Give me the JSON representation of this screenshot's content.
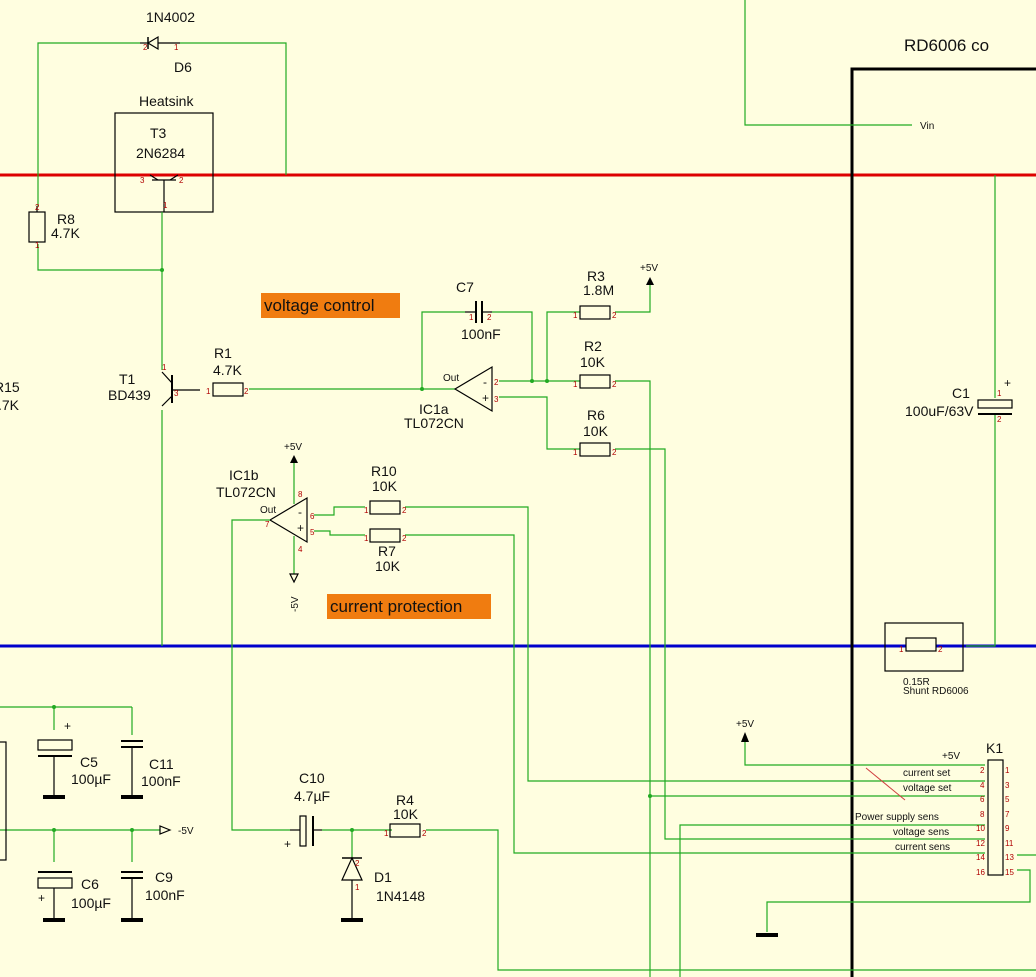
{
  "title": "RD6006 co",
  "highlights": {
    "voltage_control": "voltage control",
    "current_protection": "current protection",
    "color": "#f07c10"
  },
  "rails": {
    "top_color": "#dd0000",
    "bottom_color": "#0000cc"
  },
  "components": {
    "d6": {
      "part": "1N4002",
      "ref": "D6"
    },
    "heatsink": "Heatsink",
    "t3": {
      "ref": "T3",
      "part": "2N6284"
    },
    "r8": {
      "ref": "R8",
      "val": "4.7K"
    },
    "r15": {
      "ref": "R15",
      "val": ".7K"
    },
    "t1": {
      "ref": "T1",
      "part": "BD439"
    },
    "r1": {
      "ref": "R1",
      "val": "4.7K"
    },
    "c7": {
      "ref": "C7",
      "val": "100nF"
    },
    "r3": {
      "ref": "R3",
      "val": "1.8M"
    },
    "r2": {
      "ref": "R2",
      "val": "10K"
    },
    "r6": {
      "ref": "R6",
      "val": "10K"
    },
    "ic1a": {
      "ref": "IC1a",
      "part": "TL072CN",
      "out": "Out"
    },
    "ic1b": {
      "ref": "IC1b",
      "part": "TL072CN",
      "out": "Out"
    },
    "r10": {
      "ref": "R10",
      "val": "10K"
    },
    "r7": {
      "ref": "R7",
      "val": "10K"
    },
    "c1": {
      "ref": "C1",
      "val": "100uF/63V"
    },
    "shunt": {
      "val": "0.15R",
      "name": "Shunt RD6006"
    },
    "c5": {
      "ref": "C5",
      "val": "100µF"
    },
    "c11": {
      "ref": "C11",
      "val": "100nF"
    },
    "c6": {
      "ref": "C6",
      "val": "100µF"
    },
    "c9": {
      "ref": "C9",
      "val": "100nF"
    },
    "c10": {
      "ref": "C10",
      "val": "4.7µF"
    },
    "r4": {
      "ref": "R4",
      "val": "10K"
    },
    "d1": {
      "ref": "D1",
      "part": "1N4148"
    },
    "k1": {
      "ref": "K1"
    }
  },
  "power": {
    "p5v": "+5V",
    "m5v": "-5V",
    "vin": "Vin"
  },
  "k1_signals": [
    "+5V",
    "current set",
    "voltage set",
    "Power supply sens",
    "voltage sens",
    "current sens"
  ],
  "k1_pins": {
    "left": [
      "2",
      "4",
      "6",
      "8",
      "10",
      "12",
      "14",
      "16"
    ],
    "right": [
      "1",
      "3",
      "5",
      "7",
      "9",
      "11",
      "13",
      "15"
    ]
  }
}
